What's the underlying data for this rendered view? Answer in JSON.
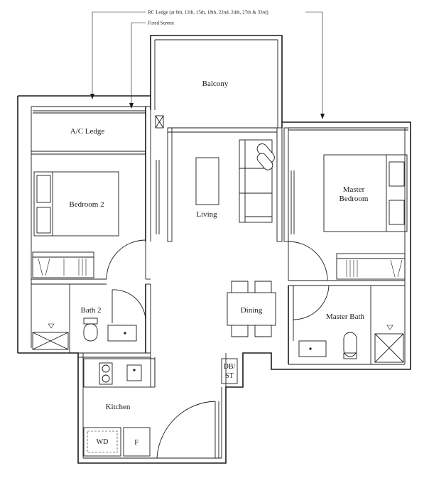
{
  "annotations": {
    "rc_ledge": "RC Ledge (at 6th, 12th, 15th, 18th, 22nd, 24th, 27th & 33rd)",
    "fixed_screen": "Fixed Screen"
  },
  "rooms": {
    "balcony": "Balcony",
    "ac_ledge": "A/C Ledge",
    "living": "Living",
    "bedroom2": "Bedroom 2",
    "master_bedroom_line1": "Master",
    "master_bedroom_line2": "Bedroom",
    "bath2": "Bath 2",
    "dining": "Dining",
    "master_bath": "Master Bath",
    "kitchen": "Kitchen",
    "db_st_line1": "DB/",
    "db_st_line2": "ST",
    "wd": "WD",
    "fridge": "F"
  }
}
